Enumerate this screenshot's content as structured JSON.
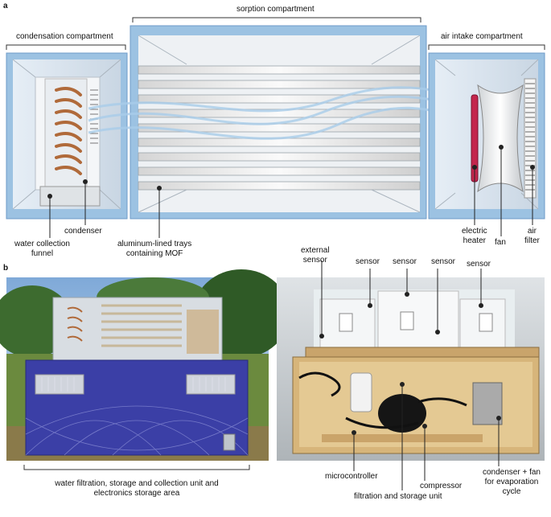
{
  "panel_a": {
    "letter": "a",
    "compartments": {
      "condensation": "condensation compartment",
      "sorption": "sorption compartment",
      "air_intake": "air intake compartment"
    },
    "labels": {
      "water_collection": [
        "water collection",
        "funnel"
      ],
      "condenser": "condenser",
      "trays": [
        "aluminum-lined trays",
        "containing MOF"
      ],
      "heater": [
        "electric",
        "heater"
      ],
      "fan": "fan",
      "air_filter": [
        "air",
        "filter"
      ]
    }
  },
  "panel_b": {
    "letter": "b",
    "left_caption": [
      "water filtration, storage and collection unit and",
      "electronics storage area"
    ],
    "labels": {
      "external_sensor": [
        "external",
        "sensor"
      ],
      "sensor1": "sensor",
      "sensor2": "sensor",
      "sensor3": "sensor",
      "sensor4": "sensor",
      "microcontroller": "microcontroller",
      "filtration": "filtration and storage unit",
      "compressor": "compressor",
      "condenser_fan": [
        "condenser + fan",
        "for evaporation",
        "cycle"
      ]
    }
  },
  "colors": {
    "frame_blue": "#8fb8dd",
    "frame_dark": "#5a8fc4",
    "device_blue": "#3b3fa6",
    "copper": "#b06a3a",
    "heater_red": "#c3264d",
    "wood": "#c9a46b"
  }
}
